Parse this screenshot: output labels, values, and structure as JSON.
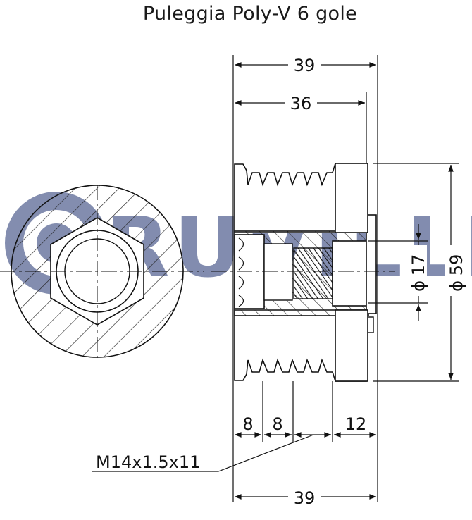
{
  "title": "Puleggia Poly-V 6 gole",
  "watermark": {
    "brand": "RUVILLE",
    "color": "#1d2f6e"
  },
  "dimensions": {
    "overall_width_top": "39",
    "pulley_width": "36",
    "bore_diameter": "17",
    "outer_diameter": "59",
    "segment_a": "8",
    "segment_b": "8",
    "segment_c": "12",
    "overall_width_bottom": "39",
    "thread_callout": "M14x1.5x11"
  },
  "symbols": {
    "diameter": "ϕ"
  },
  "colors": {
    "line": "#111111",
    "hatch": "#222222"
  }
}
